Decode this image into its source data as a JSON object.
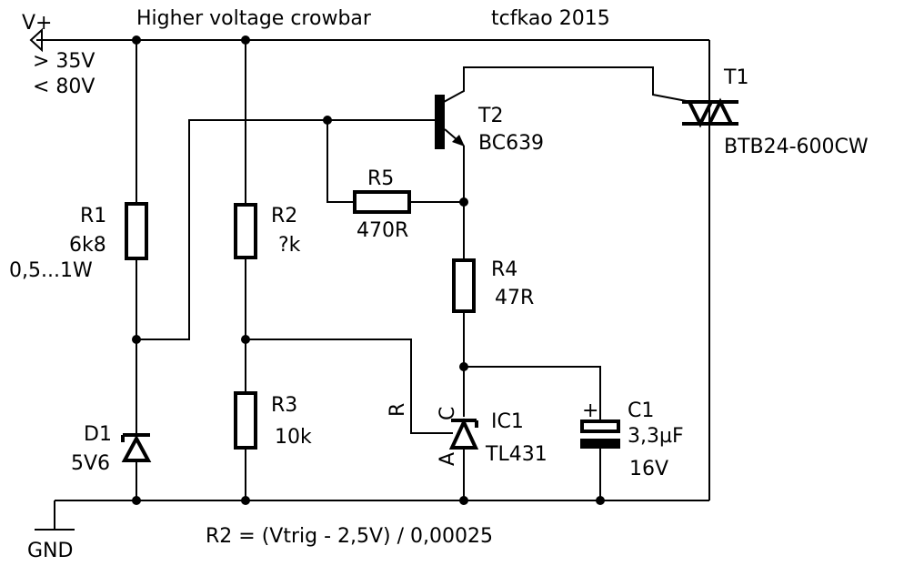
{
  "title": "Higher voltage crowbar",
  "author": "tcfkao 2015",
  "supply": {
    "label": "V+",
    "range_min": "> 35V",
    "range_max": "< 80V",
    "ground_label": "GND"
  },
  "components": {
    "T1": {
      "ref": "T1",
      "part": "BTB24-600CW"
    },
    "T2": {
      "ref": "T2",
      "part": "BC639"
    },
    "R1": {
      "ref": "R1",
      "value": "6k8",
      "power": "0,5...1W"
    },
    "R2": {
      "ref": "R2",
      "value": "?k"
    },
    "R3": {
      "ref": "R3",
      "value": "10k"
    },
    "R4": {
      "ref": "R4",
      "value": "47R"
    },
    "R5": {
      "ref": "R5",
      "value": "470R"
    },
    "D1": {
      "ref": "D1",
      "value": "5V6"
    },
    "IC1": {
      "ref": "IC1",
      "part": "TL431",
      "pin_r": "R",
      "pin_c": "C",
      "pin_a": "A"
    },
    "C1": {
      "ref": "C1",
      "value": "3,3µF",
      "voltage": "16V",
      "polarity": "+"
    }
  },
  "formula": "R2 = (Vtrig - 2,5V) / 0,00025"
}
